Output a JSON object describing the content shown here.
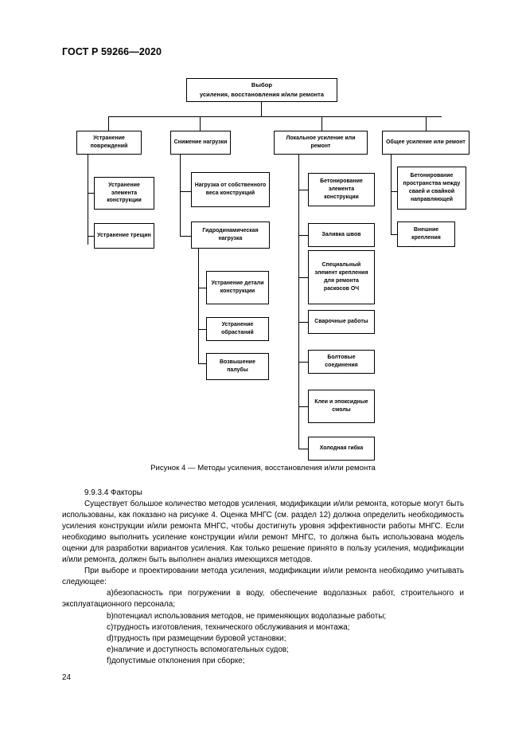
{
  "document": {
    "header": "ГОСТ Р 59266—2020",
    "page_number": "24"
  },
  "figure": {
    "caption": "Рисунок 4 — Методы усиления, восстановления и/или ремонта",
    "nodes": {
      "root_title": "Выбор",
      "root_subtitle": "усиления, восстановления и/или ремонта",
      "l1_a": "Устранение повреждений",
      "l1_b": "Снижение нагрузки",
      "l1_c": "Локальное усиление или ремонт",
      "l1_d": "Общее усиление или ремонт",
      "a1": "Устранение элемента конструкции",
      "a2": "Устранение трещин",
      "b1": "Нагрузка от собственного веса конструкций",
      "b2": "Гидродинамическая нагрузка",
      "b2_1": "Устранение детали конструкции",
      "b2_2": "Устранение обрастаний",
      "b2_3": "Возвышение палубы",
      "c1": "Бетонирование элемента конструкции",
      "c2": "Заливка швов",
      "c3": "Специальный элемент крепления для ремонта раскосов ОЧ",
      "c4": "Сварочные работы",
      "c5": "Болтовые соединения",
      "c6": "Клеи и эпоксидные смолы",
      "c7": "Холодная гибка",
      "d1": "Бетонирование пространства между сваей и свайной направляющей",
      "d2": "Внешние крепления"
    }
  },
  "content": {
    "section_heading": "9.9.3.4 Факторы",
    "paragraph_1": "Существует большое количество методов усиления, модификации и/или ремонта, которые могут быть использованы, как показано на рисунке 4. Оценка МНГС (см. раздел 12) должна определить необходимость усиления конструкции и/или ремонта МНГС, чтобы достигнуть уровня эффективности работы МНГС. Если необходимо выполнить усиление конструкции и/или ремонт МНГС, то должна быть использована модель оценки для разработки вариантов усиления. Как только решение принято в пользу усиления, модификации и/или ремонта, должен быть выполнен анализ имеющихся методов.",
    "paragraph_2": "При выборе и проектировании метода усиления, модификации и/или ремонта необходимо учитывать следующее:",
    "list": [
      {
        "marker": "a)",
        "text": "безопасность при погружении в воду, обеспечение водолазных работ, строительного и эксплуатационного персонала;"
      },
      {
        "marker": "b)",
        "text": "потенциал использования методов, не применяющих водолазные работы;"
      },
      {
        "marker": "c)",
        "text": "трудность изготовления, технического обслуживания и монтажа;"
      },
      {
        "marker": "d)",
        "text": "трудность при размещении буровой установки;"
      },
      {
        "marker": "e)",
        "text": "наличие и доступность вспомогательных судов;"
      },
      {
        "marker": "f)",
        "text": "допустимые отклонения при сборке;"
      }
    ]
  }
}
